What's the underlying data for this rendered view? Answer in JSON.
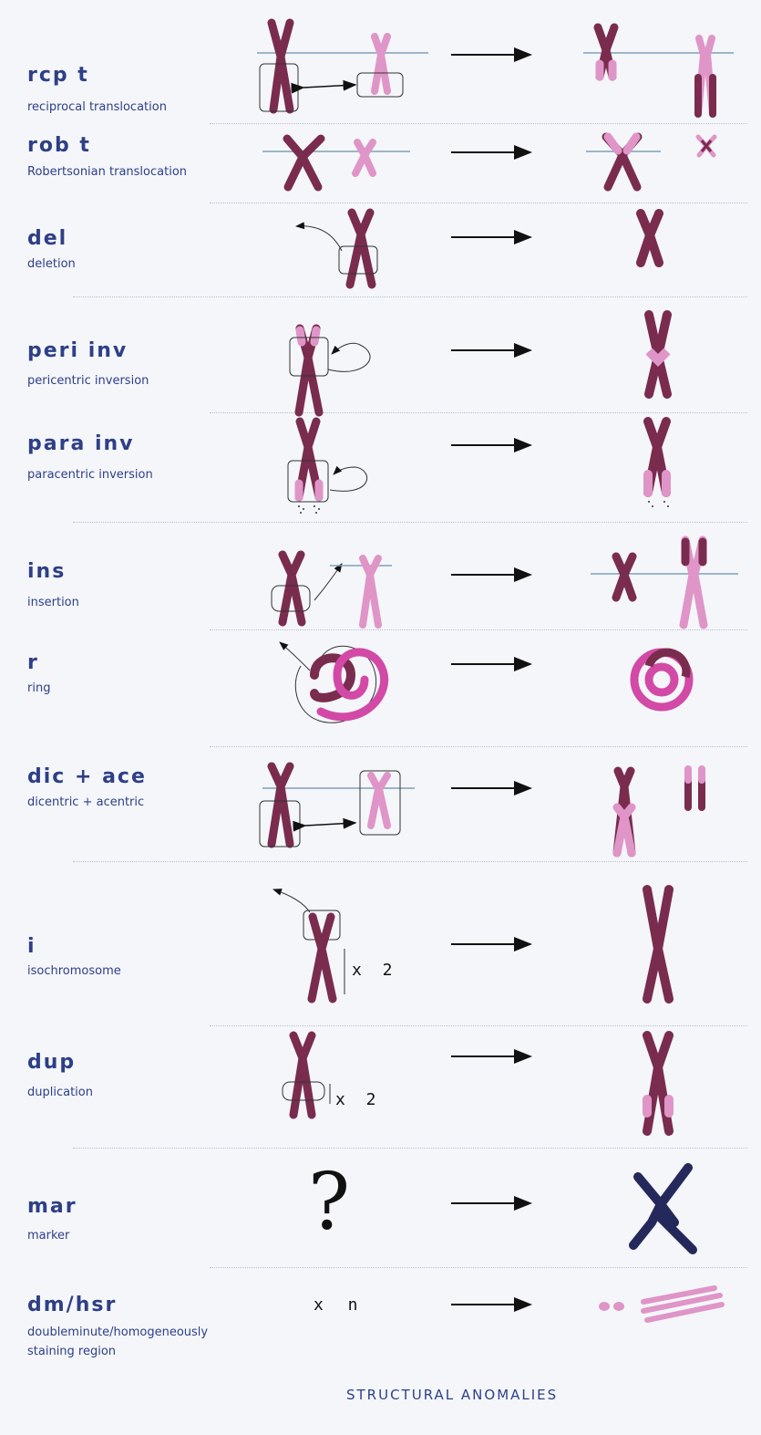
{
  "colors": {
    "dark": "#7a2c4e",
    "light": "#df95c7",
    "ring": "#d24aa6",
    "text": "#2e3f86",
    "marker": "#25285a"
  },
  "rows": [
    {
      "abbr": "rcp t",
      "full": "reciprocal translocation"
    },
    {
      "abbr": "rob t",
      "full": "Robertsonian translocation"
    },
    {
      "abbr": "del",
      "full": "deletion"
    },
    {
      "abbr": "peri inv",
      "full": "pericentric inversion"
    },
    {
      "abbr": "para inv",
      "full": "paracentric inversion"
    },
    {
      "abbr": "ins",
      "full": "insertion"
    },
    {
      "abbr": "r",
      "full": "ring"
    },
    {
      "abbr": "dic + ace",
      "full": "dicentric + acentric"
    },
    {
      "abbr": "i",
      "full": "isochromosome"
    },
    {
      "abbr": "dup",
      "full": "duplication"
    },
    {
      "abbr": "mar",
      "full": "marker"
    },
    {
      "abbr": "dm/hsr",
      "full": "doubleminute/homogeneously",
      "full2": "staining region"
    }
  ],
  "multipliers": {
    "iso": "x 2",
    "dup": "x 2",
    "dm": "x n"
  },
  "marker_symbol": "?",
  "footer": "STRUCTURAL ANOMALIES"
}
